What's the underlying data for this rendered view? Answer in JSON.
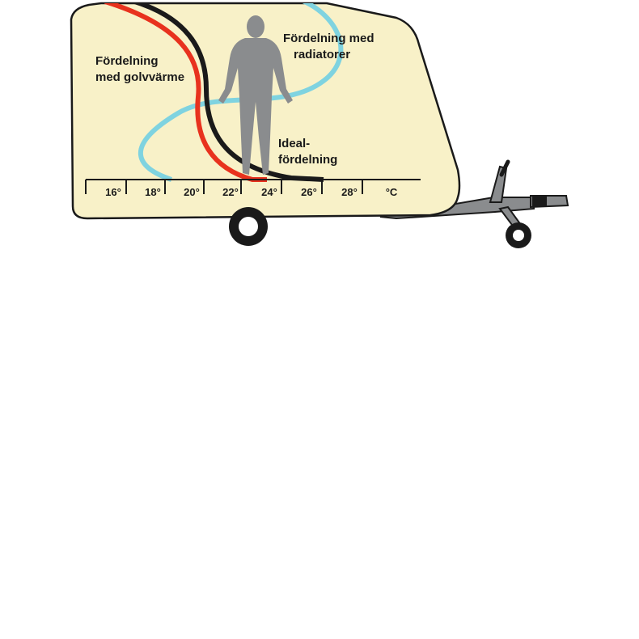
{
  "labels": {
    "floor_heating": [
      "Fördelning",
      "med golvvärme"
    ],
    "radiators": [
      "Fördelning med",
      "radiatorer"
    ],
    "ideal": [
      "Ideal-",
      "fördelning"
    ]
  },
  "scale": {
    "ticks": [
      "16°",
      "18°",
      "20°",
      "22°",
      "24°",
      "26°",
      "28°",
      "°C"
    ]
  },
  "colors": {
    "caravan_fill": "#f8f1c8",
    "outline": "#1a1a1a",
    "floor_heating_curve": "#e8321e",
    "radiator_curve": "#7fd3e0",
    "ideal_curve": "#1a1a1a",
    "person": "#8a8c8e",
    "chassis": "#8a8c8e"
  }
}
